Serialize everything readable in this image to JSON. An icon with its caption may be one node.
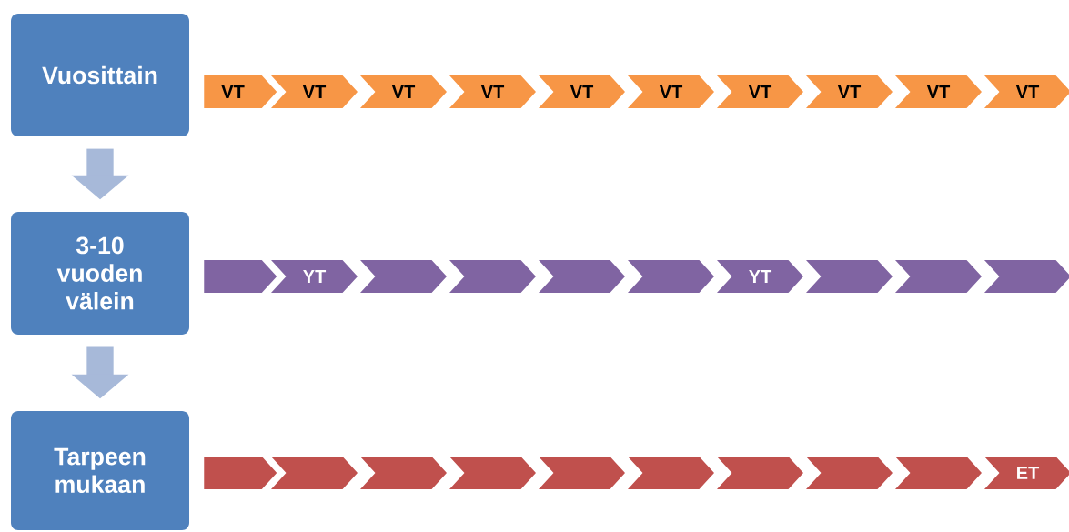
{
  "diagram": {
    "nodes": [
      {
        "text": [
          "Vuosittain"
        ]
      },
      {
        "text": [
          "VT"
        ]
      },
      {
        "text": [
          "VT"
        ]
      },
      {
        "text": [
          "VT"
        ]
      },
      {
        "text": [
          "VT"
        ]
      },
      {
        "text": [
          "VT"
        ]
      },
      {
        "text": [
          "VT"
        ]
      },
      {
        "text": [
          "VT"
        ]
      },
      {
        "text": [
          "VT"
        ]
      },
      {
        "text": [
          "VT"
        ]
      },
      {
        "text": [
          "VT"
        ]
      },
      {
        "text": [
          "3-10 vuoden välein"
        ]
      },
      {
        "text": [],
        "shape": "chevron"
      },
      {
        "text": [
          "YT"
        ]
      },
      {
        "text": [],
        "shape": "chevron"
      },
      {
        "text": [],
        "shape": "chevron"
      },
      {
        "text": [],
        "shape": "chevron"
      },
      {
        "text": [],
        "shape": "chevron"
      },
      {
        "text": [
          "YT"
        ]
      },
      {
        "text": [],
        "shape": "chevron"
      },
      {
        "text": [],
        "shape": "chevron"
      },
      {
        "text": [],
        "shape": "chevron"
      },
      {
        "text": [
          "Tarpeen mukaan"
        ]
      },
      {
        "text": [],
        "shape": "chevron"
      },
      {
        "text": [],
        "shape": "chevron"
      },
      {
        "text": [],
        "shape": "chevron"
      },
      {
        "text": [],
        "shape": "chevron"
      },
      {
        "text": [],
        "shape": "chevron"
      },
      {
        "text": [],
        "shape": "chevron"
      },
      {
        "text": [],
        "shape": "chevron"
      },
      {
        "text": [],
        "shape": "chevron"
      },
      {
        "text": [],
        "shape": "chevron"
      },
      {
        "text": [
          "ET"
        ]
      }
    ],
    "edges": [
      {
        "from": 0,
        "to": 11,
        "arrow": "to"
      },
      {
        "from": 11,
        "to": 22,
        "arrow": "to"
      }
    ]
  }
}
